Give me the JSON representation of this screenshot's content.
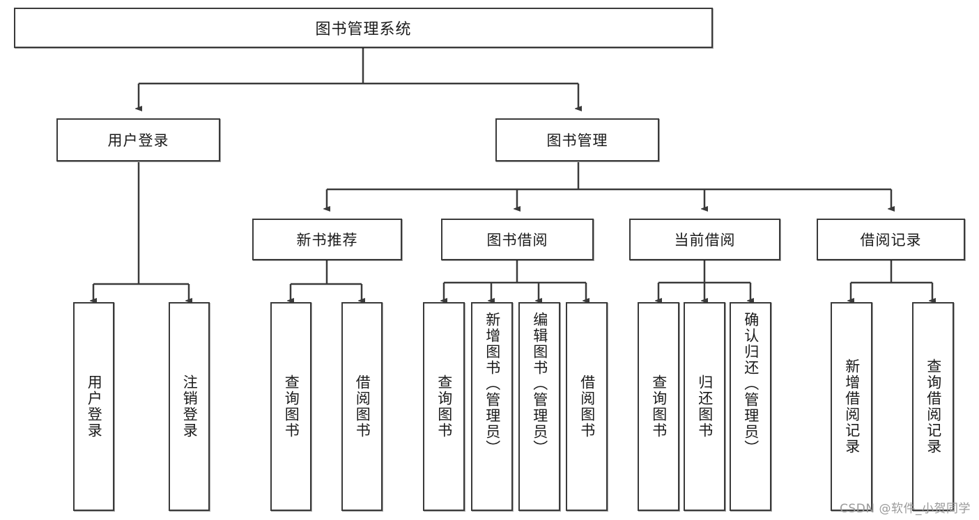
{
  "diagram": {
    "title": "图书管理系统",
    "type": "tree-hierarchy",
    "watermark": "CSDN @软件_小贺同学",
    "root": {
      "label": "图书管理系统"
    },
    "level2": [
      {
        "label": "用户登录"
      },
      {
        "label": "图书管理"
      }
    ],
    "level3": [
      {
        "label": "新书推荐"
      },
      {
        "label": "图书借阅"
      },
      {
        "label": "当前借阅"
      },
      {
        "label": "借阅记录"
      }
    ],
    "leaves_user_login": [
      {
        "label": "用户登录"
      },
      {
        "label": "注销登录"
      }
    ],
    "leaves_new_book": [
      {
        "label": "查询图书"
      },
      {
        "label": "借阅图书"
      }
    ],
    "leaves_borrow": [
      {
        "label": "查询图书"
      },
      {
        "label": "新增图书（管理员）"
      },
      {
        "label": "编辑图书（管理员）"
      },
      {
        "label": "借阅图书"
      }
    ],
    "leaves_current": [
      {
        "label": "查询图书"
      },
      {
        "label": "归还图书"
      },
      {
        "label": "确认归还（管理员）"
      }
    ],
    "leaves_records": [
      {
        "label": "新增借阅记录"
      },
      {
        "label": "查询借阅记录"
      }
    ],
    "colors": {
      "stroke": "#3a3a3a",
      "fill": "#ffffff",
      "text": "#1a1a1a",
      "watermark": "#9a9a9a"
    }
  }
}
